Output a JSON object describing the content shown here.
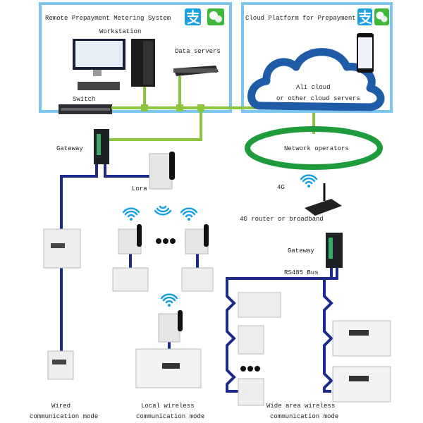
{
  "left_panel": {
    "title": "Remote Prepayment Metering System",
    "workstation": "Workstation",
    "data_servers": "Data servers",
    "switch": "Switch"
  },
  "right_panel": {
    "title": "Cloud Platform for Prepayment",
    "cloud_line1": "Ali cloud",
    "cloud_line2": "or other cloud servers"
  },
  "network": {
    "label": "Network operators"
  },
  "labels": {
    "gateway_left": "Gateway",
    "lora": "Lora",
    "fourg": "4G",
    "router": "4G router or broadband",
    "gateway_right": "Gateway",
    "rs485": "RS485 Bus"
  },
  "modes": {
    "wired": [
      "Wired",
      "communication mode"
    ],
    "local": [
      "Local wireless",
      "communication mode"
    ],
    "wide": [
      "Wide area wireless",
      "communication mode"
    ]
  },
  "colors": {
    "panel_border": "#7cc6ee",
    "ethernet": "#8cc63f",
    "network_ring": "#1e9b3a",
    "cloud": "#1f5ca8",
    "bus": "#1b2a8c",
    "wifi": "#1aa0e0",
    "alipay": "#1aa0e6",
    "wechat": "#3db83a"
  },
  "icons": [
    "alipay-icon",
    "wechat-icon",
    "wifi-icon",
    "cloud-icon",
    "phone-icon"
  ]
}
